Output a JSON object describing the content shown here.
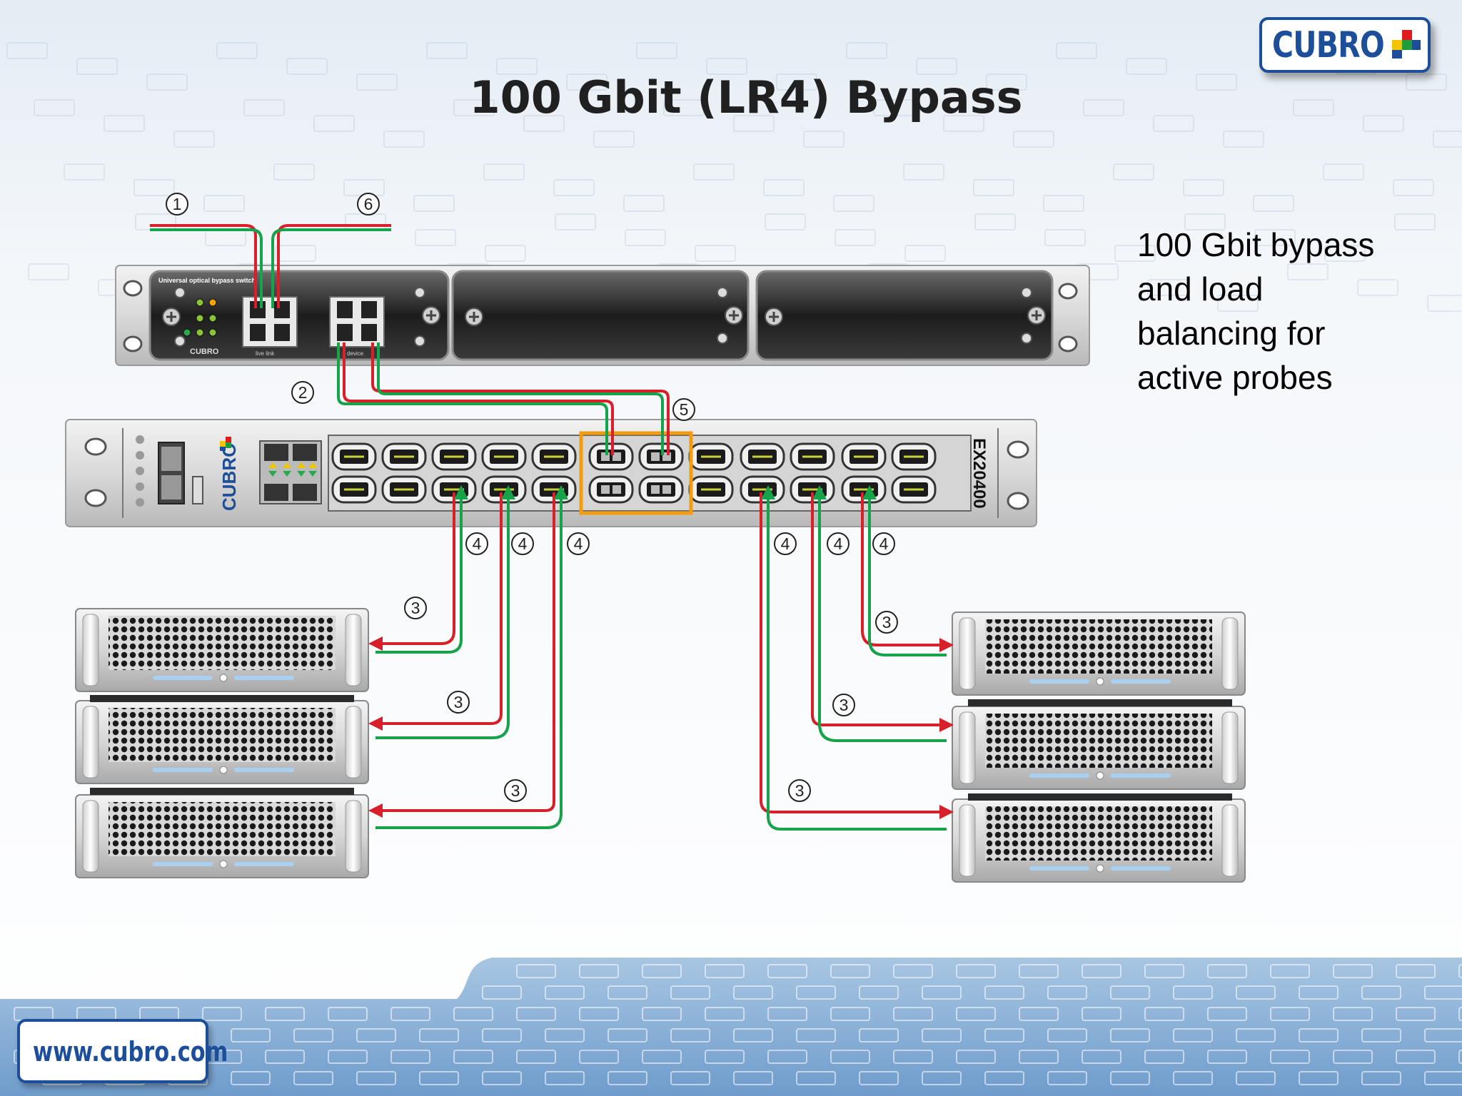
{
  "slide": {
    "title": "100 Gbit (LR4) Bypass",
    "description_lines": [
      "100 Gbit bypass",
      "and load",
      "balancing for",
      "active probes"
    ],
    "logo": "CUBRO",
    "footer_url": "www.cubro.com"
  },
  "bypass_switch": {
    "label": "Universal optical bypass switch",
    "brand": "CUBRO",
    "port_labels": [
      "live link",
      "device"
    ]
  },
  "packet_broker": {
    "model": "EX20400",
    "brand": "CUBRO"
  },
  "callouts": [
    "1",
    "2",
    "3",
    "4",
    "5",
    "6"
  ],
  "colors": {
    "link_red": "#d8202a",
    "link_green": "#16a34a",
    "highlight_orange": "#f39c12",
    "brand_blue": "#1c4e9a"
  }
}
